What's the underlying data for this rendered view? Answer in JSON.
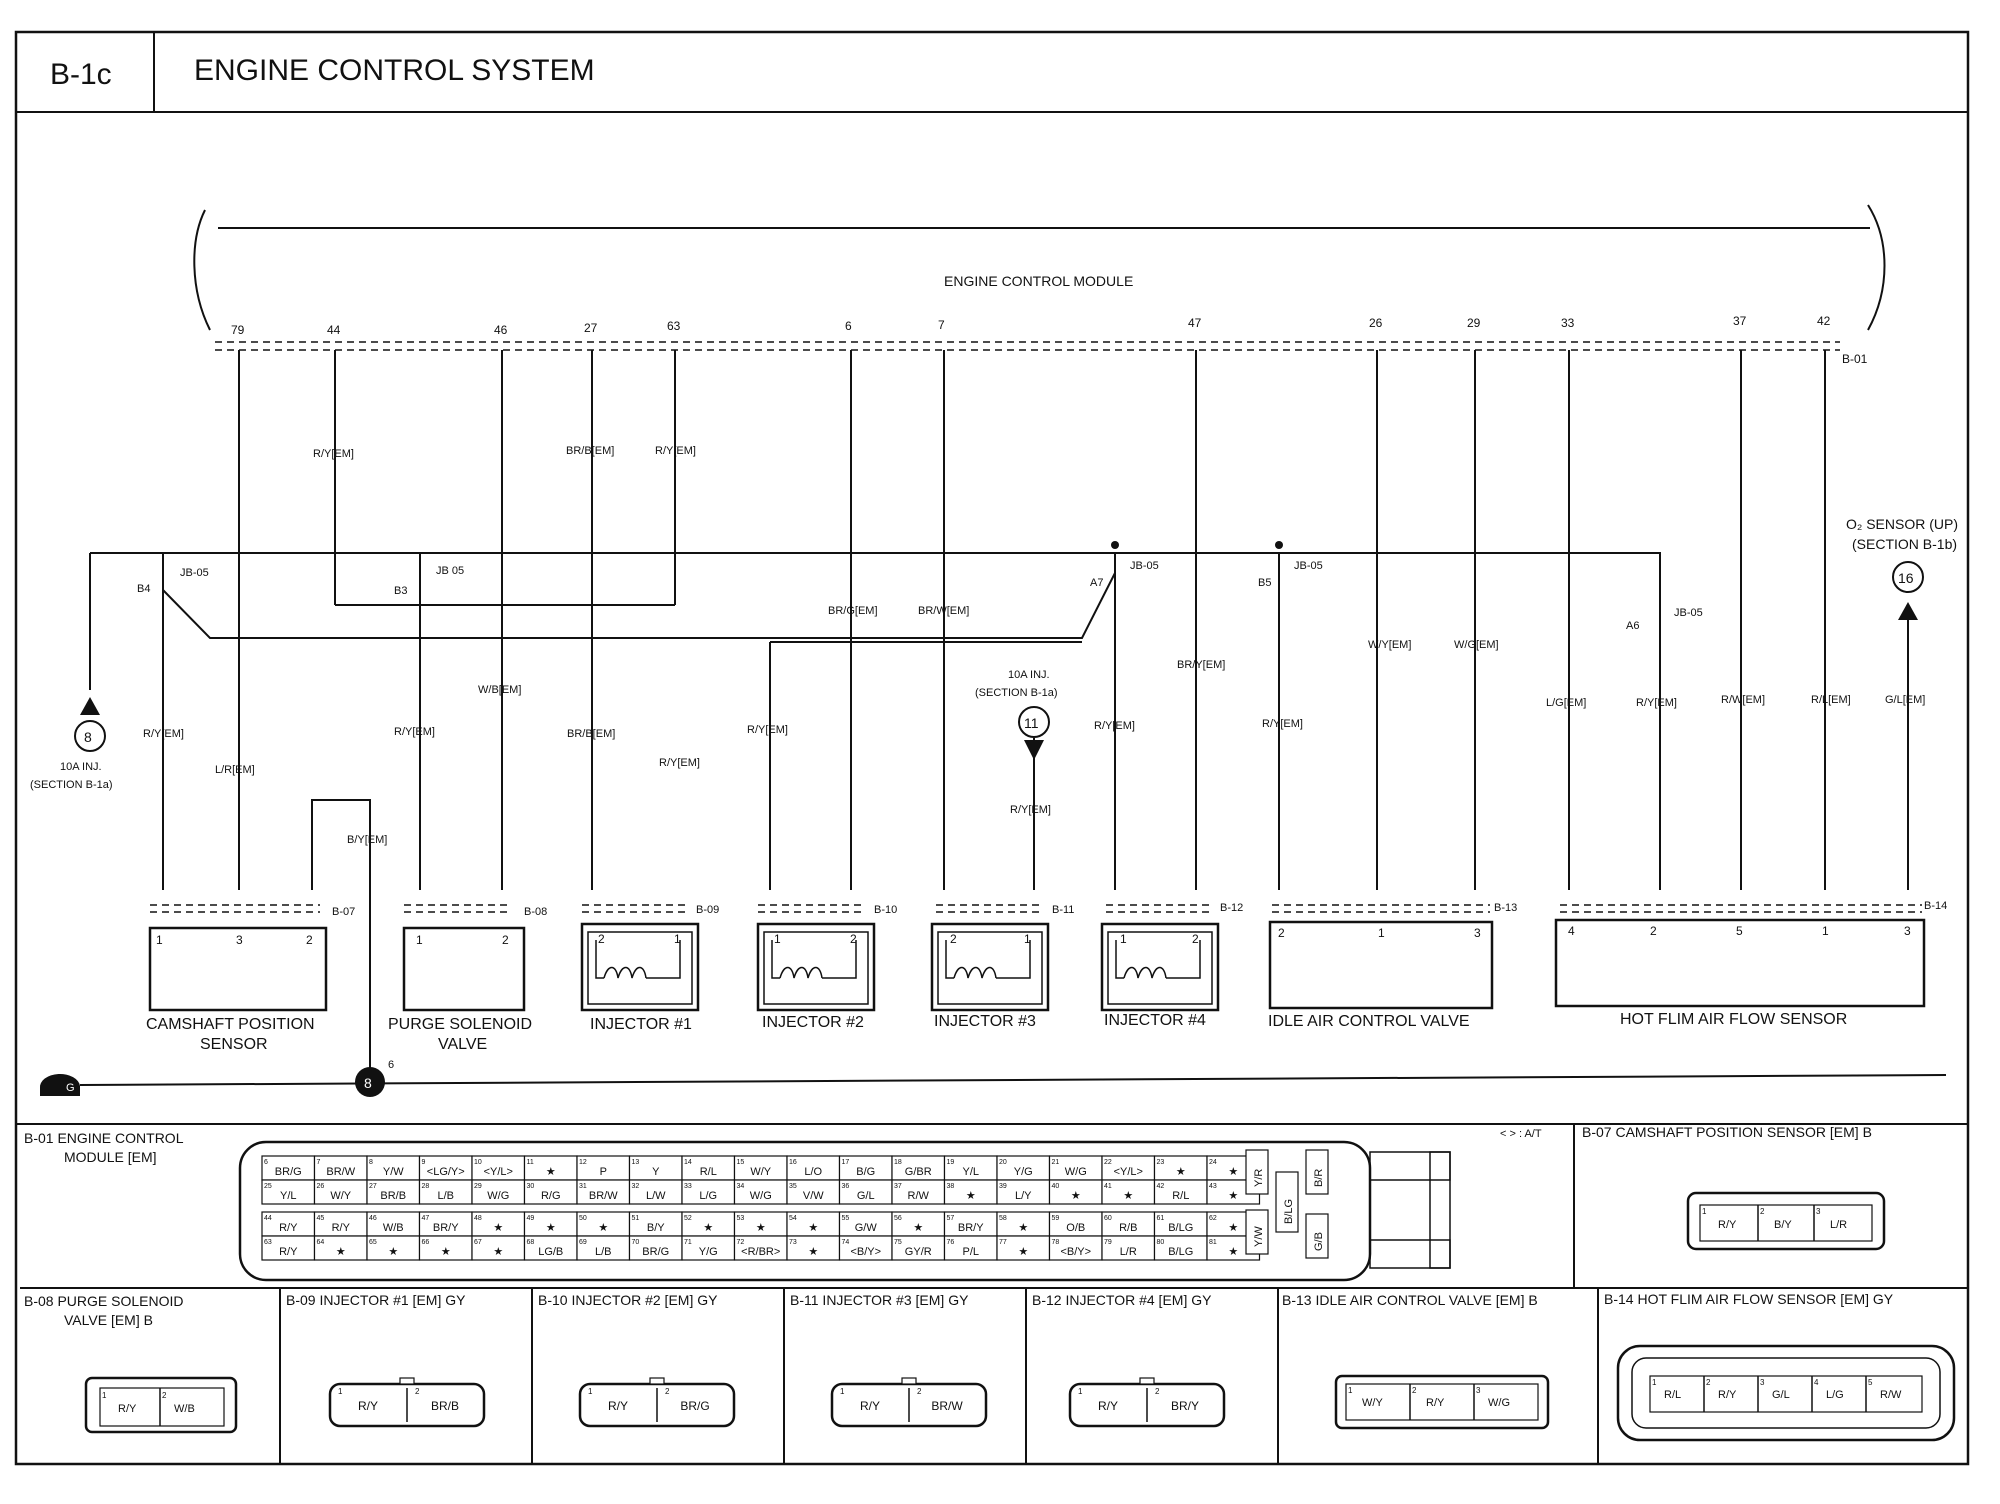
{
  "header": {
    "code": "B-1c",
    "title": "ENGINE CONTROL SYSTEM"
  },
  "ecm": {
    "label": "ENGINE CONTROL MODULE",
    "connector": "B-01",
    "pins": [
      "79",
      "44",
      "46",
      "27",
      "63",
      "6",
      "7",
      "47",
      "26",
      "29",
      "33",
      "37",
      "42"
    ]
  },
  "wires": [
    {
      "text": "R/Y[EM]"
    },
    {
      "text": "BR/B[EM]"
    },
    {
      "text": "R/Y[EM]"
    },
    {
      "text": "BR/G[EM]"
    },
    {
      "text": "BR/W[EM]"
    },
    {
      "text": "BR/Y[EM]"
    },
    {
      "text": "W/Y[EM]"
    },
    {
      "text": "W/G[EM]"
    },
    {
      "text": "R/Y[EM]"
    },
    {
      "text": "L/R[EM]"
    },
    {
      "text": "B/Y[EM]"
    },
    {
      "text": "R/Y[EM]"
    },
    {
      "text": "W/B[EM]"
    },
    {
      "text": "BR/B[EM]"
    },
    {
      "text": "R/Y[EM]"
    },
    {
      "text": "R/Y[EM]"
    },
    {
      "text": "R/Y[EM]"
    },
    {
      "text": "R/Y[EM]"
    },
    {
      "text": "R/Y[EM]"
    },
    {
      "text": "L/G[EM]"
    },
    {
      "text": "R/Y[EM]"
    },
    {
      "text": "R/W[EM]"
    },
    {
      "text": "R/L[EM]"
    },
    {
      "text": "G/L[EM]"
    }
  ],
  "junctions": [
    {
      "label": "JB-05",
      "pin": "B4"
    },
    {
      "label": "JB 05",
      "pin": "B3"
    },
    {
      "label": "JB-05",
      "pin": "A7"
    },
    {
      "label": "JB-05",
      "pin": "B5"
    },
    {
      "label": "JB-05",
      "pin": "A6"
    }
  ],
  "offpage": [
    {
      "num": "8",
      "line1": "10A INJ.",
      "line2": "(SECTION B-1a)"
    },
    {
      "num": "11",
      "line1": "10A INJ.",
      "line2": "(SECTION B-1a)"
    },
    {
      "num": "16",
      "line1": "O₂ SENSOR (UP)",
      "line2": "(SECTION B-1b)"
    }
  ],
  "components": [
    {
      "connector": "B-07",
      "name1": "CAMSHAFT POSITION",
      "name2": "SENSOR",
      "pins": [
        "1",
        "3",
        "2"
      ]
    },
    {
      "connector": "B-08",
      "name1": "PURGE SOLENOID",
      "name2": "VALVE",
      "pins": [
        "1",
        "2"
      ]
    },
    {
      "connector": "B-09",
      "name1": "INJECTOR #1",
      "name2": "",
      "pins": [
        "2",
        "1"
      ]
    },
    {
      "connector": "B-10",
      "name1": "INJECTOR #2",
      "name2": "",
      "pins": [
        "1",
        "2"
      ]
    },
    {
      "connector": "B-11",
      "name1": "INJECTOR #3",
      "name2": "",
      "pins": [
        "2",
        "1"
      ]
    },
    {
      "connector": "B-12",
      "name1": "INJECTOR #4",
      "name2": "",
      "pins": [
        "1",
        "2"
      ]
    },
    {
      "connector": "B-13",
      "name1": "IDLE AIR CONTROL VALVE",
      "name2": "",
      "pins": [
        "2",
        "1",
        "3"
      ]
    },
    {
      "connector": "B-14",
      "name1": "HOT FLIM AIR FLOW SENSOR",
      "name2": "",
      "pins": [
        "4",
        "2",
        "5",
        "1",
        "3"
      ]
    }
  ],
  "ground": {
    "symbol": "G",
    "splice": "8",
    "splice_pin": "6"
  },
  "legend": {
    "b01_title1": "B-01 ENGINE CONTROL",
    "b01_title2": "MODULE [EM]",
    "at_note": "< > : A/T",
    "b01_rows": [
      [
        [
          "6",
          "BR/G"
        ],
        [
          "7",
          "BR/W"
        ],
        [
          "8",
          "Y/W"
        ],
        [
          "9",
          "<LG/Y>"
        ],
        [
          "10",
          "<Y/L>"
        ],
        [
          "11",
          "★"
        ],
        [
          "12",
          "P"
        ],
        [
          "13",
          "Y"
        ],
        [
          "14",
          "R/L"
        ],
        [
          "15",
          "W/Y"
        ],
        [
          "16",
          "L/O"
        ],
        [
          "17",
          "B/G"
        ],
        [
          "18",
          "G/BR"
        ],
        [
          "19",
          "Y/L"
        ],
        [
          "20",
          "Y/G"
        ],
        [
          "21",
          "W/G"
        ],
        [
          "22",
          "<Y/L>"
        ],
        [
          "23",
          "★"
        ],
        [
          "24",
          "★"
        ]
      ],
      [
        [
          "25",
          "Y/L"
        ],
        [
          "26",
          "W/Y"
        ],
        [
          "27",
          "BR/B"
        ],
        [
          "28",
          "L/B"
        ],
        [
          "29",
          "W/G"
        ],
        [
          "30",
          "R/G"
        ],
        [
          "31",
          "BR/W"
        ],
        [
          "32",
          "L/W"
        ],
        [
          "33",
          "L/G"
        ],
        [
          "34",
          "W/G"
        ],
        [
          "35",
          "V/W"
        ],
        [
          "36",
          "G/L"
        ],
        [
          "37",
          "R/W"
        ],
        [
          "38",
          "★"
        ],
        [
          "39",
          "L/Y"
        ],
        [
          "40",
          "★"
        ],
        [
          "41",
          "★"
        ],
        [
          "42",
          "R/L"
        ],
        [
          "43",
          "★"
        ]
      ],
      [
        [
          "44",
          "R/Y"
        ],
        [
          "45",
          "R/Y"
        ],
        [
          "46",
          "W/B"
        ],
        [
          "47",
          "BR/Y"
        ],
        [
          "48",
          "★"
        ],
        [
          "49",
          "★"
        ],
        [
          "50",
          "★"
        ],
        [
          "51",
          "B/Y"
        ],
        [
          "52",
          "★"
        ],
        [
          "53",
          "★"
        ],
        [
          "54",
          "★"
        ],
        [
          "55",
          "G/W"
        ],
        [
          "56",
          "★"
        ],
        [
          "57",
          "BR/Y"
        ],
        [
          "58",
          "★"
        ],
        [
          "59",
          "O/B"
        ],
        [
          "60",
          "R/B"
        ],
        [
          "61",
          "B/LG"
        ],
        [
          "62",
          "★"
        ]
      ],
      [
        [
          "63",
          "R/Y"
        ],
        [
          "64",
          "★"
        ],
        [
          "65",
          "★"
        ],
        [
          "66",
          "★"
        ],
        [
          "67",
          "★"
        ],
        [
          "68",
          "LG/B"
        ],
        [
          "69",
          "L/B"
        ],
        [
          "70",
          "BR/G"
        ],
        [
          "71",
          "Y/G"
        ],
        [
          "72",
          "<R/BR>"
        ],
        [
          "73",
          "★"
        ],
        [
          "74",
          "<B/Y>"
        ],
        [
          "75",
          "GY/R"
        ],
        [
          "76",
          "P/L"
        ],
        [
          "77",
          "★"
        ],
        [
          "78",
          "<B/Y>"
        ],
        [
          "79",
          "L/R"
        ],
        [
          "80",
          "B/LG"
        ],
        [
          "81",
          "★"
        ]
      ]
    ],
    "b01_side": [
      "Y/R",
      "B/LG",
      "Y/W",
      "B/R",
      "G/B"
    ],
    "b07_title": "B-07 CAMSHAFT POSITION SENSOR [EM] B",
    "b07_cells": [
      [
        "1",
        "R/Y"
      ],
      [
        "2",
        "B/Y"
      ],
      [
        "3",
        "L/R"
      ]
    ],
    "b08_title1": "B-08 PURGE SOLENOID",
    "b08_title2": "VALVE [EM] B",
    "b08_cells": [
      [
        "1",
        "R/Y"
      ],
      [
        "2",
        "W/B"
      ]
    ],
    "b09_title": "B-09 INJECTOR #1 [EM] GY",
    "b09_cells": [
      [
        "1",
        "R/Y"
      ],
      [
        "2",
        "BR/B"
      ]
    ],
    "b10_title": "B-10 INJECTOR #2 [EM] GY",
    "b10_cells": [
      [
        "1",
        "R/Y"
      ],
      [
        "2",
        "BR/G"
      ]
    ],
    "b11_title": "B-11 INJECTOR #3 [EM] GY",
    "b11_cells": [
      [
        "1",
        "R/Y"
      ],
      [
        "2",
        "BR/W"
      ]
    ],
    "b12_title": "B-12 INJECTOR #4 [EM] GY",
    "b12_cells": [
      [
        "1",
        "R/Y"
      ],
      [
        "2",
        "BR/Y"
      ]
    ],
    "b13_title": "B-13 IDLE AIR CONTROL VALVE [EM] B",
    "b13_cells": [
      [
        "1",
        "W/Y"
      ],
      [
        "2",
        "R/Y"
      ],
      [
        "3",
        "W/G"
      ]
    ],
    "b14_title": "B-14 HOT FLIM AIR FLOW SENSOR [EM] GY",
    "b14_cells": [
      [
        "1",
        "R/L"
      ],
      [
        "2",
        "R/Y"
      ],
      [
        "3",
        "G/L"
      ],
      [
        "4",
        "L/G"
      ],
      [
        "5",
        "R/W"
      ]
    ]
  }
}
